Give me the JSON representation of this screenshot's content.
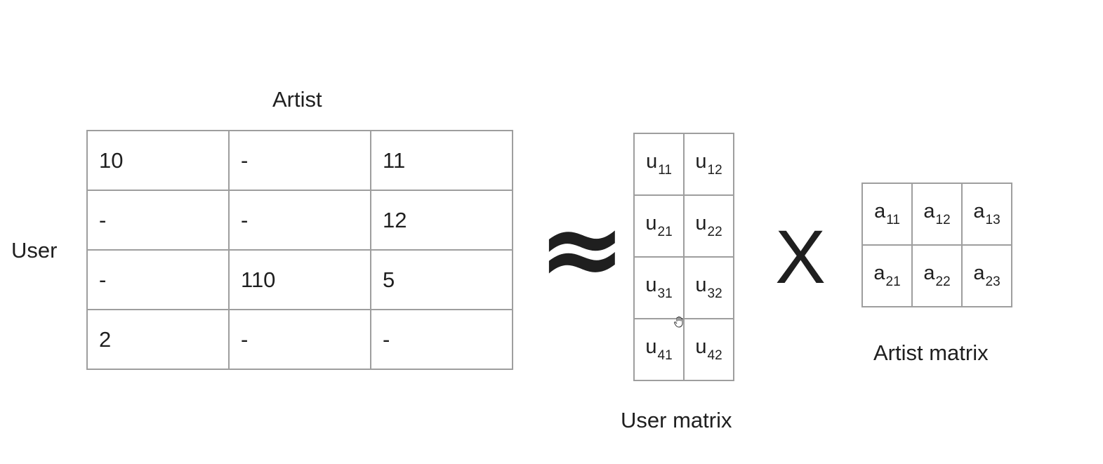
{
  "labels": {
    "artist": "Artist",
    "user": "User",
    "user_matrix": "User matrix",
    "artist_matrix": "Artist matrix"
  },
  "operators": {
    "approx": "≈",
    "times": "X"
  },
  "rating_matrix": {
    "rows": [
      [
        "10",
        "-",
        "11"
      ],
      [
        "-",
        "-",
        "12"
      ],
      [
        "-",
        "110",
        "5"
      ],
      [
        "2",
        "-",
        "-"
      ]
    ]
  },
  "user_matrix": {
    "rows": [
      [
        {
          "base": "u",
          "sub": "11"
        },
        {
          "base": "u",
          "sub": "12"
        }
      ],
      [
        {
          "base": "u",
          "sub": "21"
        },
        {
          "base": "u",
          "sub": "22"
        }
      ],
      [
        {
          "base": "u",
          "sub": "31"
        },
        {
          "base": "u",
          "sub": "32"
        }
      ],
      [
        {
          "base": "u",
          "sub": "41"
        },
        {
          "base": "u",
          "sub": "42"
        }
      ]
    ]
  },
  "artist_matrix": {
    "rows": [
      [
        {
          "base": "a",
          "sub": "11"
        },
        {
          "base": "a",
          "sub": "12"
        },
        {
          "base": "a",
          "sub": "13"
        }
      ],
      [
        {
          "base": "a",
          "sub": "21"
        },
        {
          "base": "a",
          "sub": "22"
        },
        {
          "base": "a",
          "sub": "23"
        }
      ]
    ]
  },
  "icons": {
    "cursor": "hand-cursor-icon"
  },
  "colors": {
    "grid_border": "#9e9e9e",
    "text": "#1f1f1f"
  }
}
